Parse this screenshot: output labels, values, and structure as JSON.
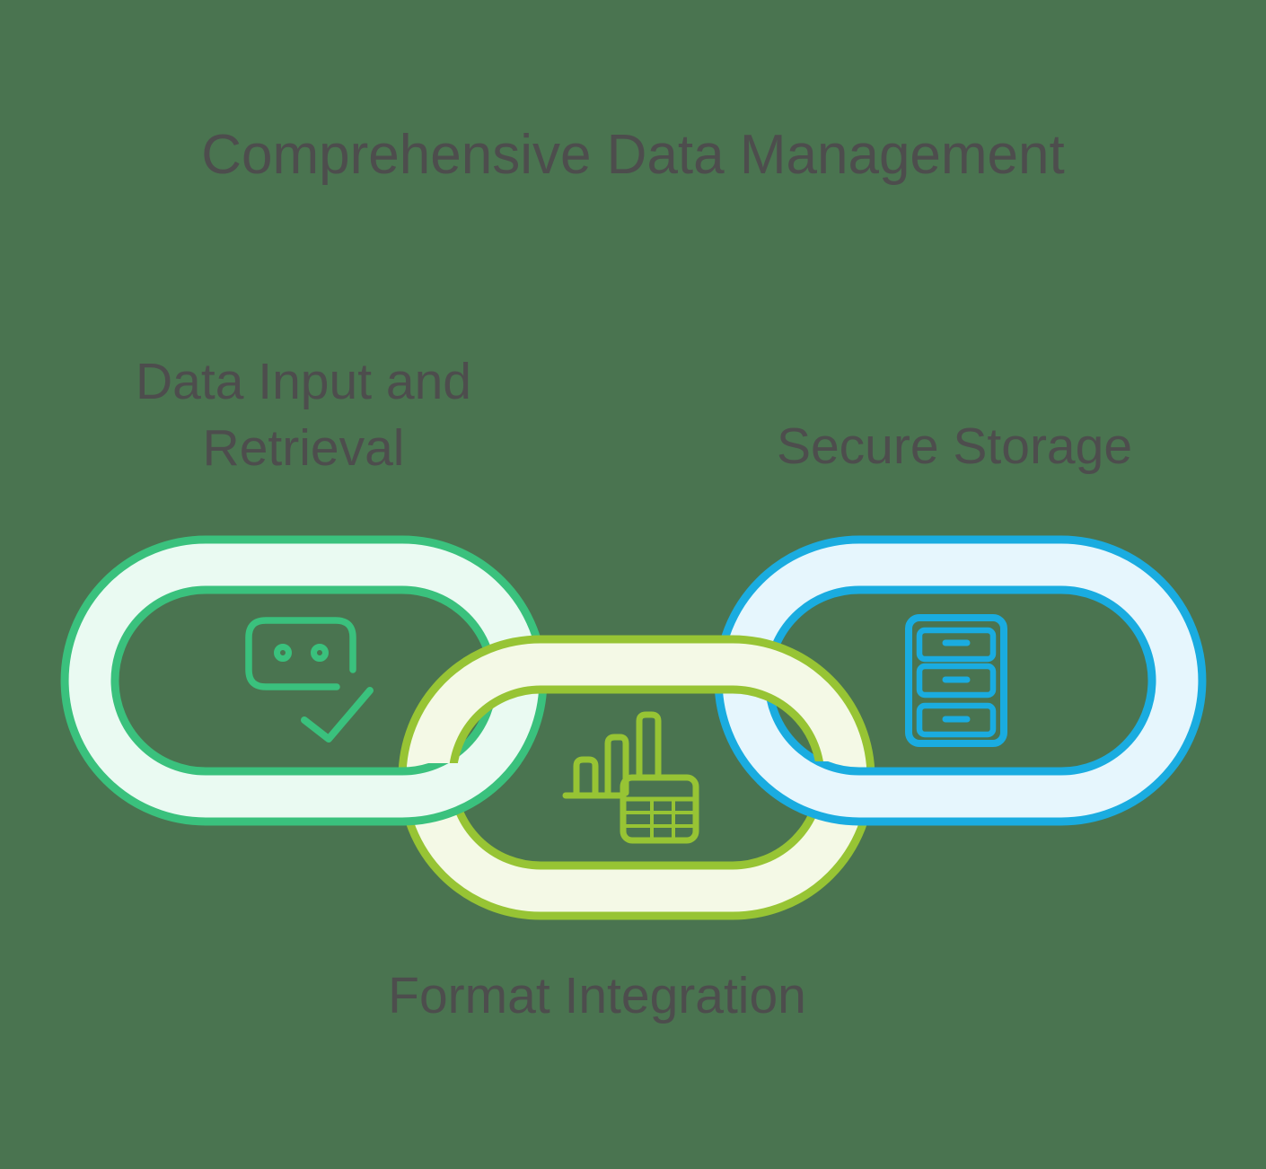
{
  "title": "Comprehensive Data Management",
  "nodes": [
    {
      "label": "Data Input and Retrieval",
      "icon": "chat-card-check-icon"
    },
    {
      "label": "Secure Storage",
      "icon": "filing-cabinet-icon"
    },
    {
      "label": "Format Integration",
      "icon": "bar-chart-table-icon"
    }
  ],
  "colors": {
    "background": "#4a7450",
    "text": "#4d4d4d",
    "green": "#3ac17d",
    "green_fill": "#eafaf2",
    "lime": "#97c434",
    "lime_fill": "#f4f9e6",
    "blue": "#1aace0",
    "blue_fill": "#e6f6fd"
  }
}
